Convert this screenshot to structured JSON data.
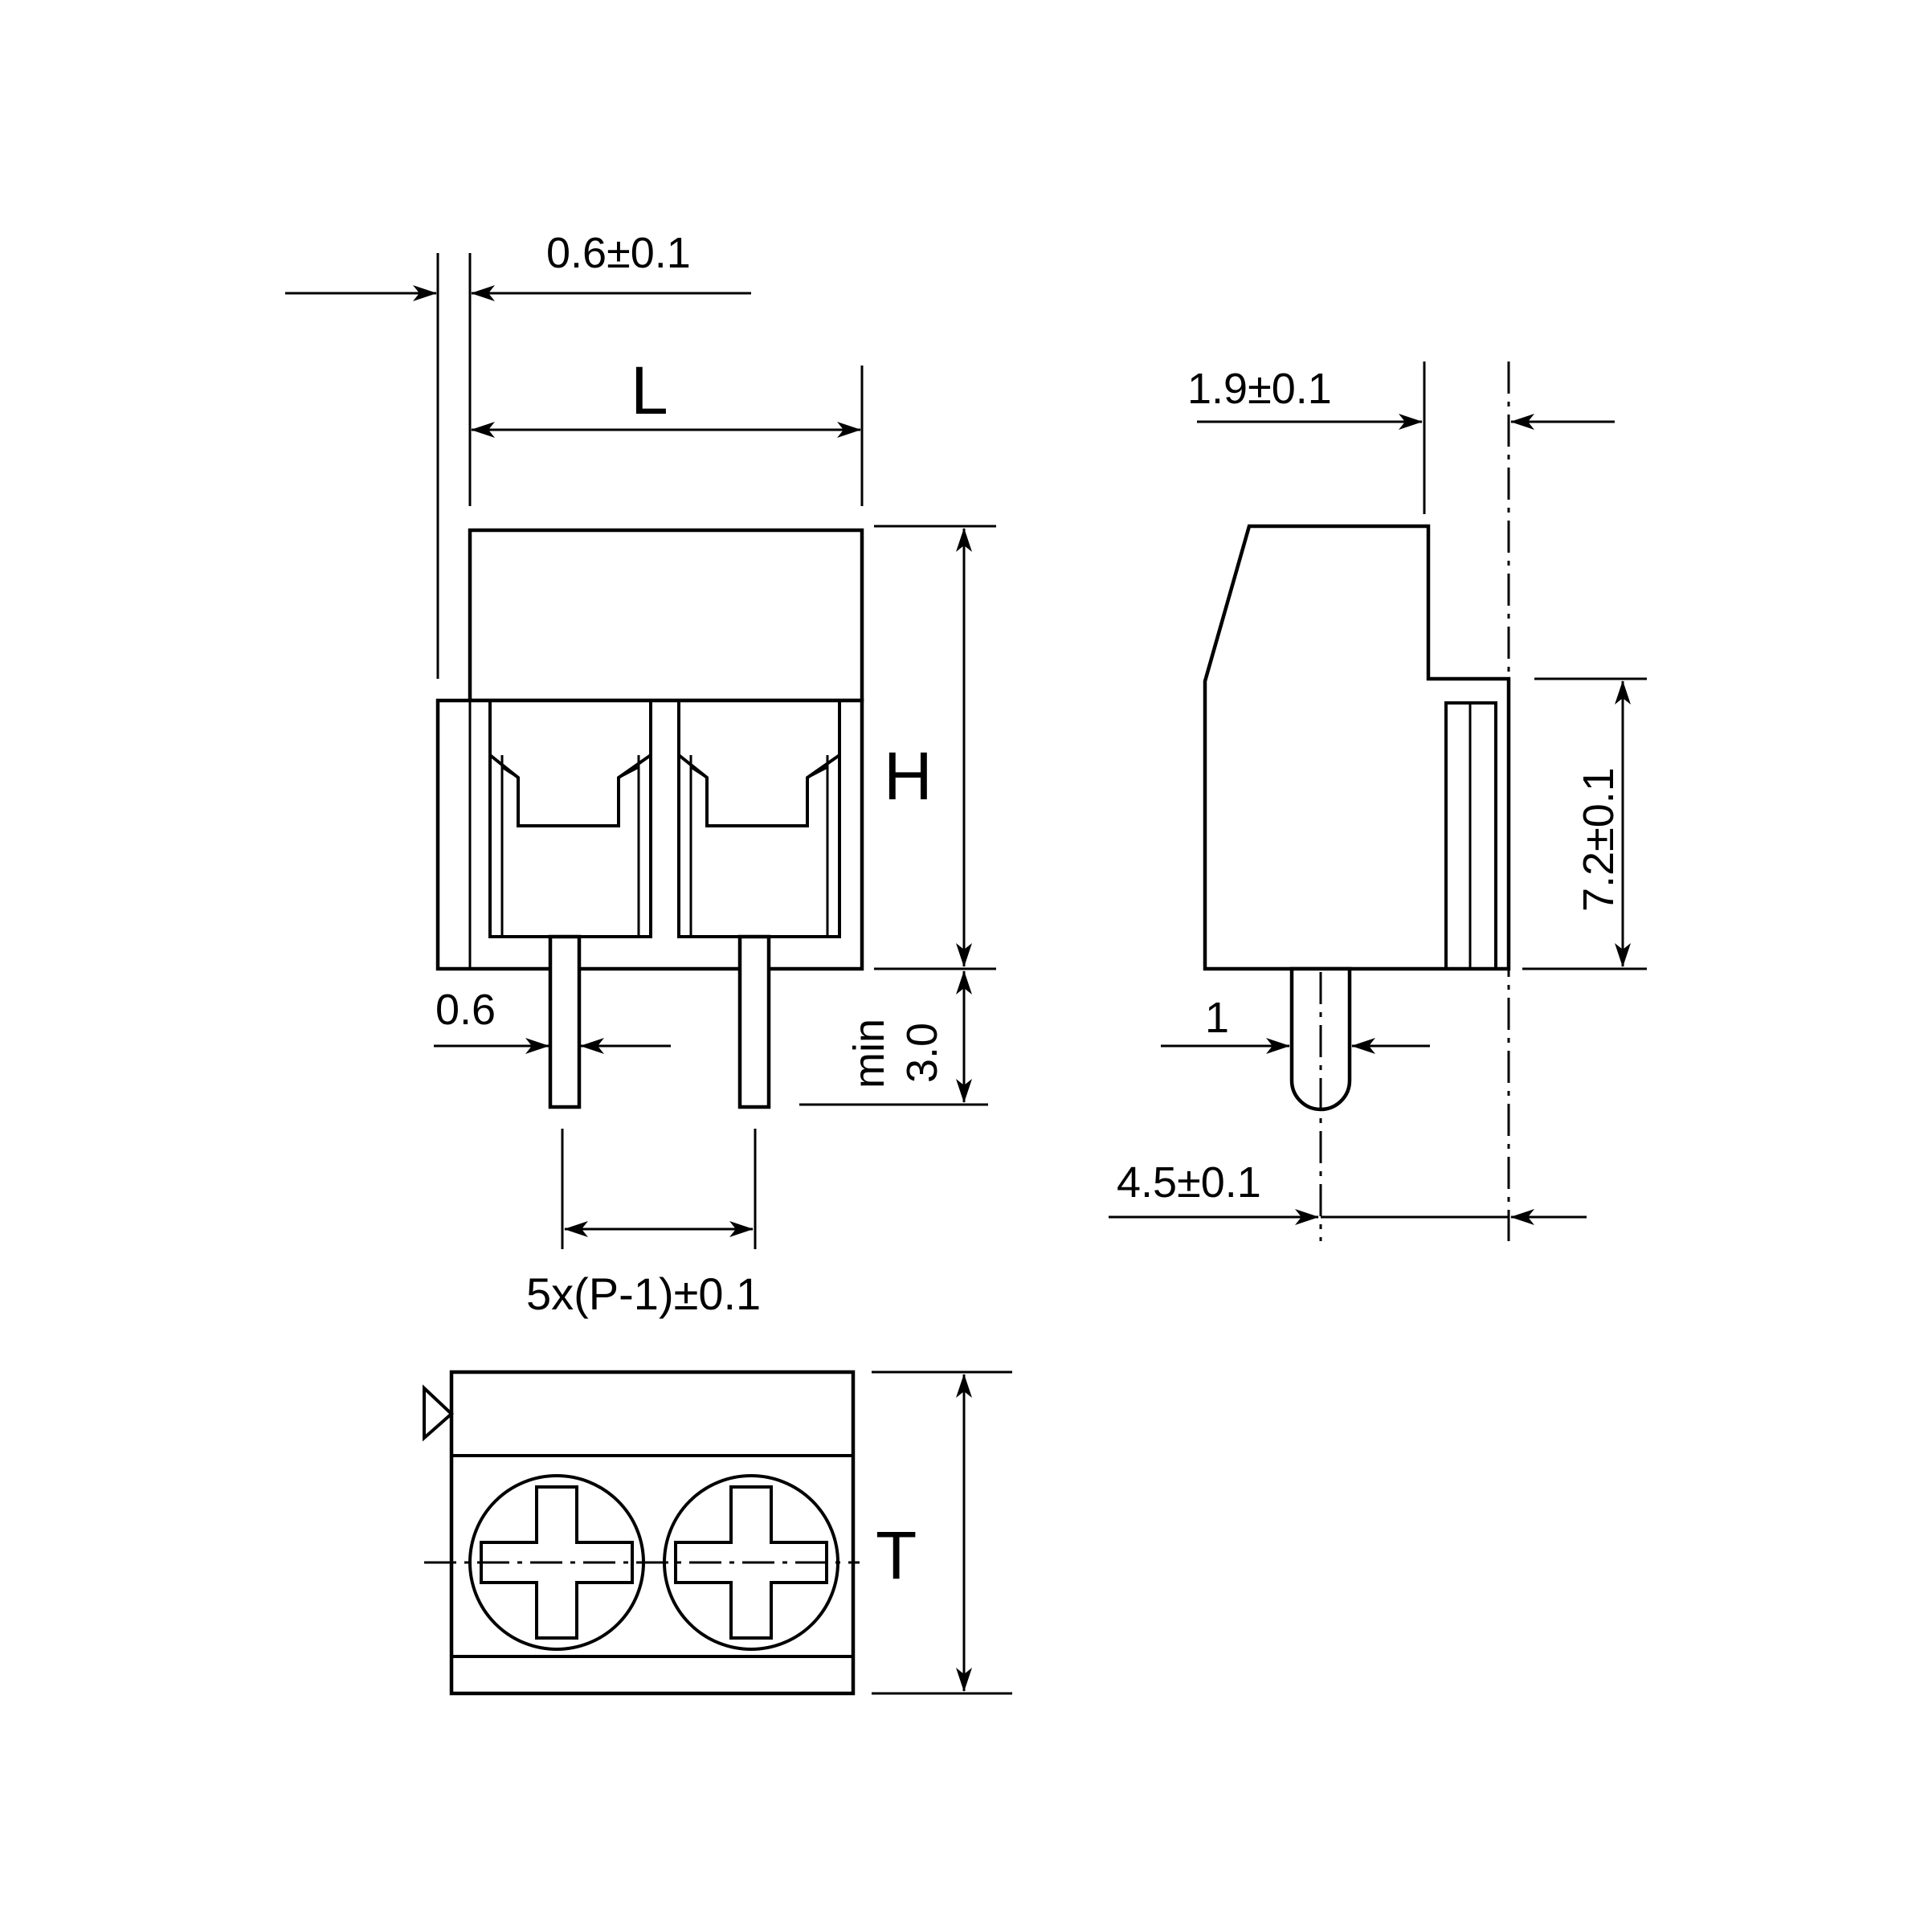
{
  "dimensions": {
    "wall_thickness": "0.6±0.1",
    "length": "L",
    "height": "H",
    "pin_width": "0.6",
    "pin_length_min": "min",
    "pin_length_value": "3.0",
    "pitch": "5x(P-1)±0.1",
    "side_step": "1.9±0.1",
    "side_height": "7.2±0.1",
    "side_pin_width": "1",
    "side_pin_offset": "4.5±0.1",
    "top_thickness": "T"
  },
  "colors": {
    "line": "#000000",
    "background": "#ffffff"
  }
}
